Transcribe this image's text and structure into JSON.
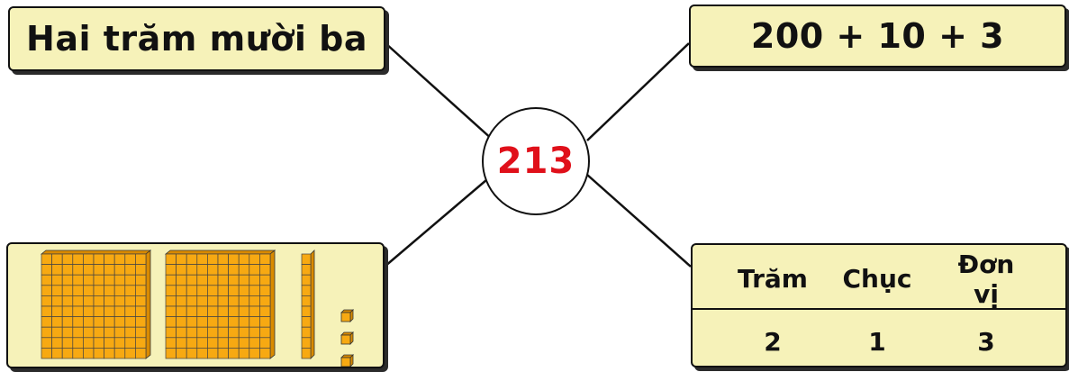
{
  "center": {
    "number": "213"
  },
  "words": {
    "text": "Hai trăm mười ba"
  },
  "expanded": {
    "text": "200 + 10 + 3"
  },
  "place_value": {
    "headers": [
      "Trăm",
      "Chục",
      "Đơn vị"
    ],
    "digits": [
      "2",
      "1",
      "3"
    ]
  },
  "base_ten_blocks": {
    "hundreds": 2,
    "tens": 1,
    "ones": 3
  },
  "colors": {
    "box_fill": "#f6f2b9",
    "cube_fill": "#f7a912",
    "number": "#e0101a"
  }
}
